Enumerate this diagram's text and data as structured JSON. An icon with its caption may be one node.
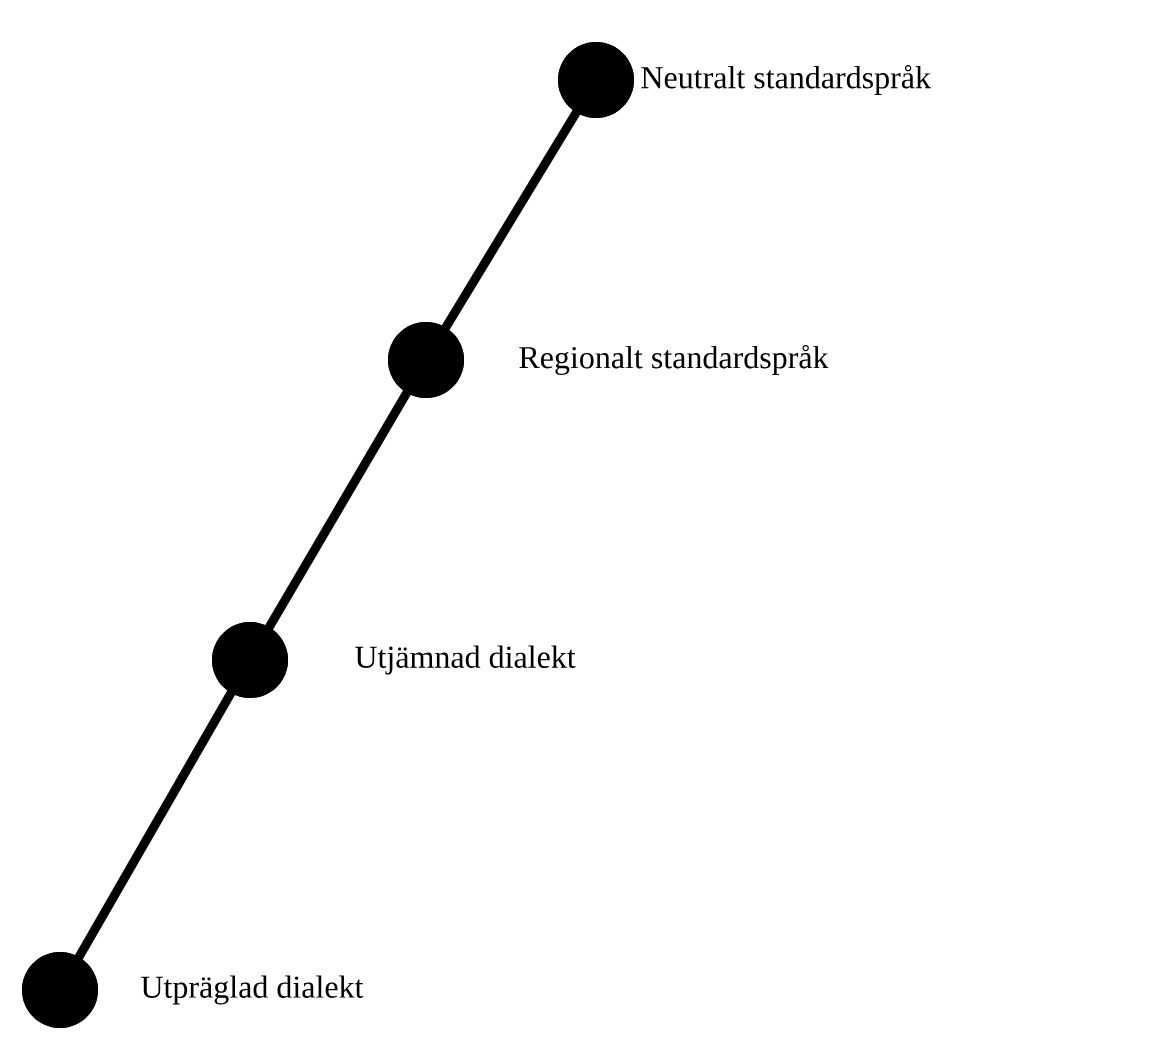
{
  "diagram": {
    "nodes": [
      {
        "text": [],
        "shape": "circle",
        "beside": [
          "Neutralt standardspråk"
        ]
      },
      {
        "text": [],
        "shape": "circle",
        "beside": [
          "Regionalt standardspråk"
        ]
      },
      {
        "text": [],
        "shape": "circle",
        "beside": [
          "Utjämnad dialekt"
        ]
      },
      {
        "text": [],
        "shape": "circle",
        "beside": [
          "Utpräglad dialekt"
        ]
      }
    ],
    "edges": [
      {
        "from": 0,
        "to": 1,
        "arrow": "none"
      },
      {
        "from": 1,
        "to": 2,
        "arrow": "none"
      },
      {
        "from": 2,
        "to": 3,
        "arrow": "none"
      }
    ]
  }
}
